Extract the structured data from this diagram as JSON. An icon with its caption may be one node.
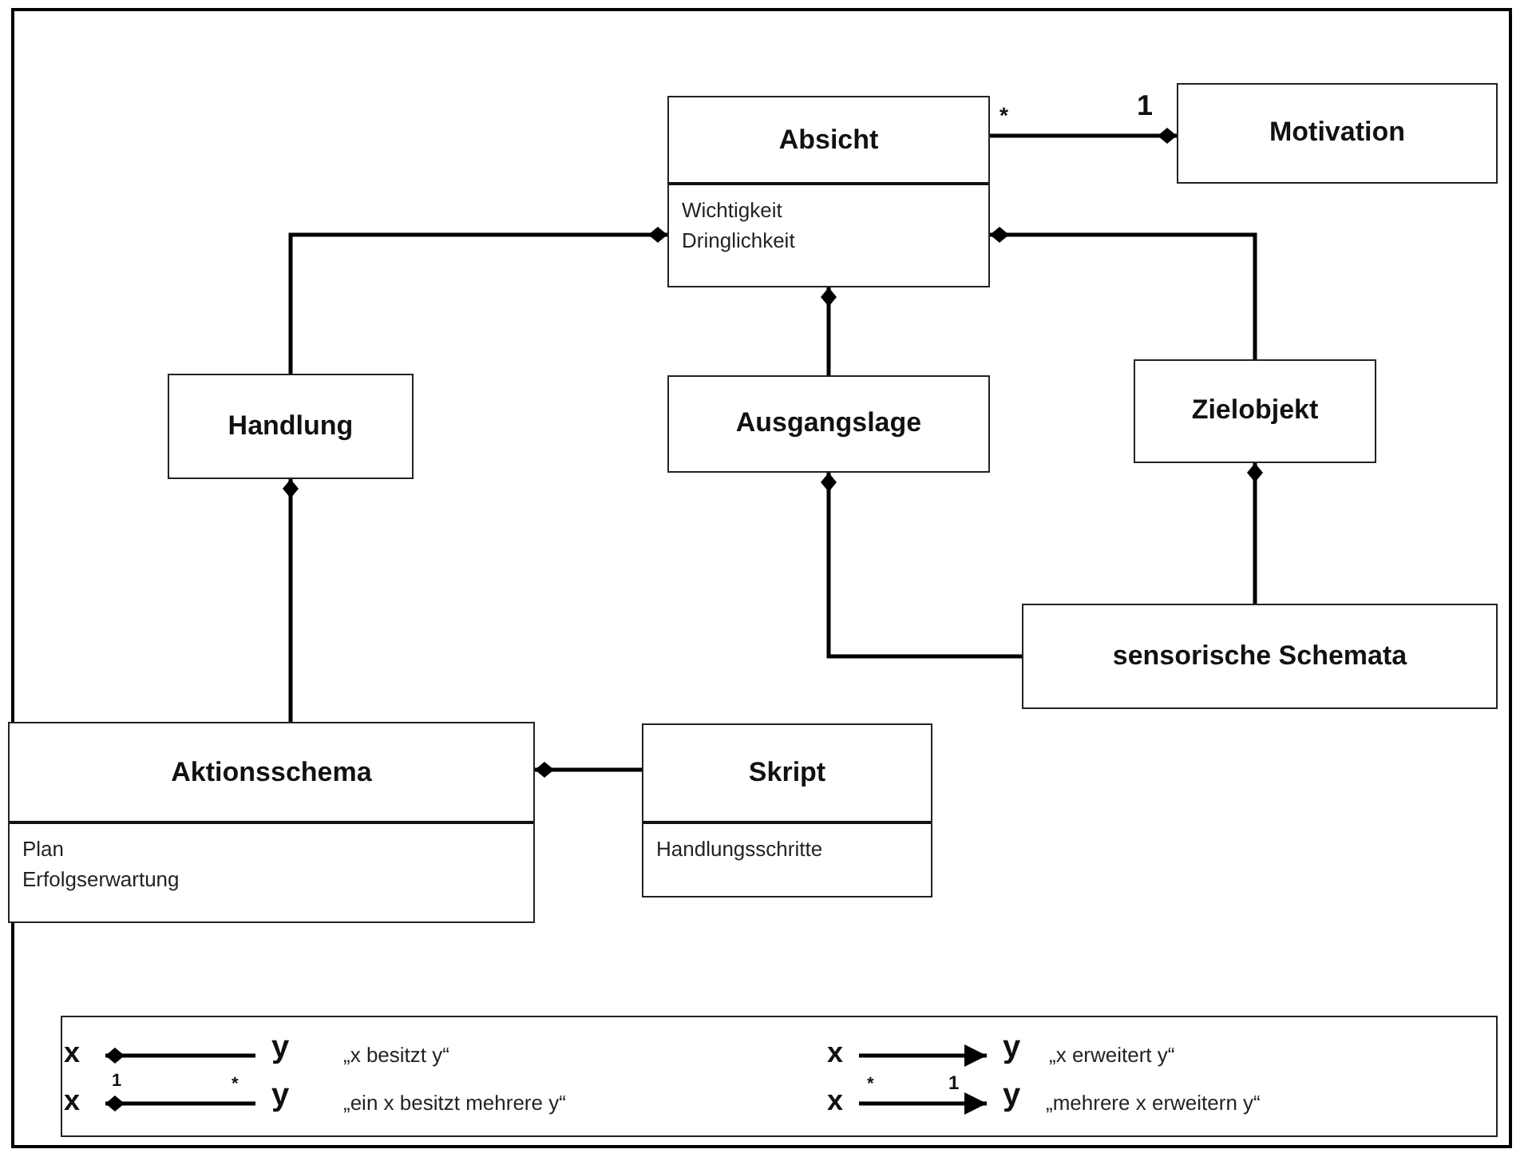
{
  "diagram": {
    "nodes": [
      {
        "text": [
          "Absicht",
          "Wichtigkeit",
          "Dringlichkeit"
        ]
      },
      {
        "text": [
          "Motivation"
        ]
      },
      {
        "text": [
          "Handlung"
        ]
      },
      {
        "text": [
          "Ausgangslage"
        ]
      },
      {
        "text": [
          "Zielobjekt"
        ]
      },
      {
        "text": [
          "sensorische Schemata"
        ]
      },
      {
        "text": [
          "Aktionsschema",
          "Plan",
          "Erfolgserwartung"
        ]
      },
      {
        "text": [
          "Skript",
          "Handlungsschritte"
        ]
      }
    ],
    "edges": [
      {
        "from": 1,
        "to": 0,
        "arrow": "other"
      },
      {
        "from": 0,
        "to": 2,
        "arrow": "other"
      },
      {
        "from": 0,
        "to": 3,
        "arrow": "other"
      },
      {
        "from": 0,
        "to": 4,
        "arrow": "other"
      },
      {
        "from": 2,
        "to": 6,
        "arrow": "other"
      },
      {
        "from": 3,
        "to": 5,
        "arrow": "other"
      },
      {
        "from": 4,
        "to": 5,
        "arrow": "other"
      },
      {
        "from": 6,
        "to": 7,
        "arrow": "other"
      }
    ],
    "labels": [
      "*",
      "1",
      "x",
      "y",
      "x",
      "y",
      "x",
      "1",
      "*",
      "y",
      "x",
      "*",
      "1",
      "y"
    ],
    "legend": [
      {
        "text": "„x besitzt y“"
      },
      {
        "text": "„x erweitert y“"
      },
      {
        "text": "„ein x besitzt mehrere y“"
      },
      {
        "text": "„mehrere x erweitern y“"
      }
    ]
  }
}
